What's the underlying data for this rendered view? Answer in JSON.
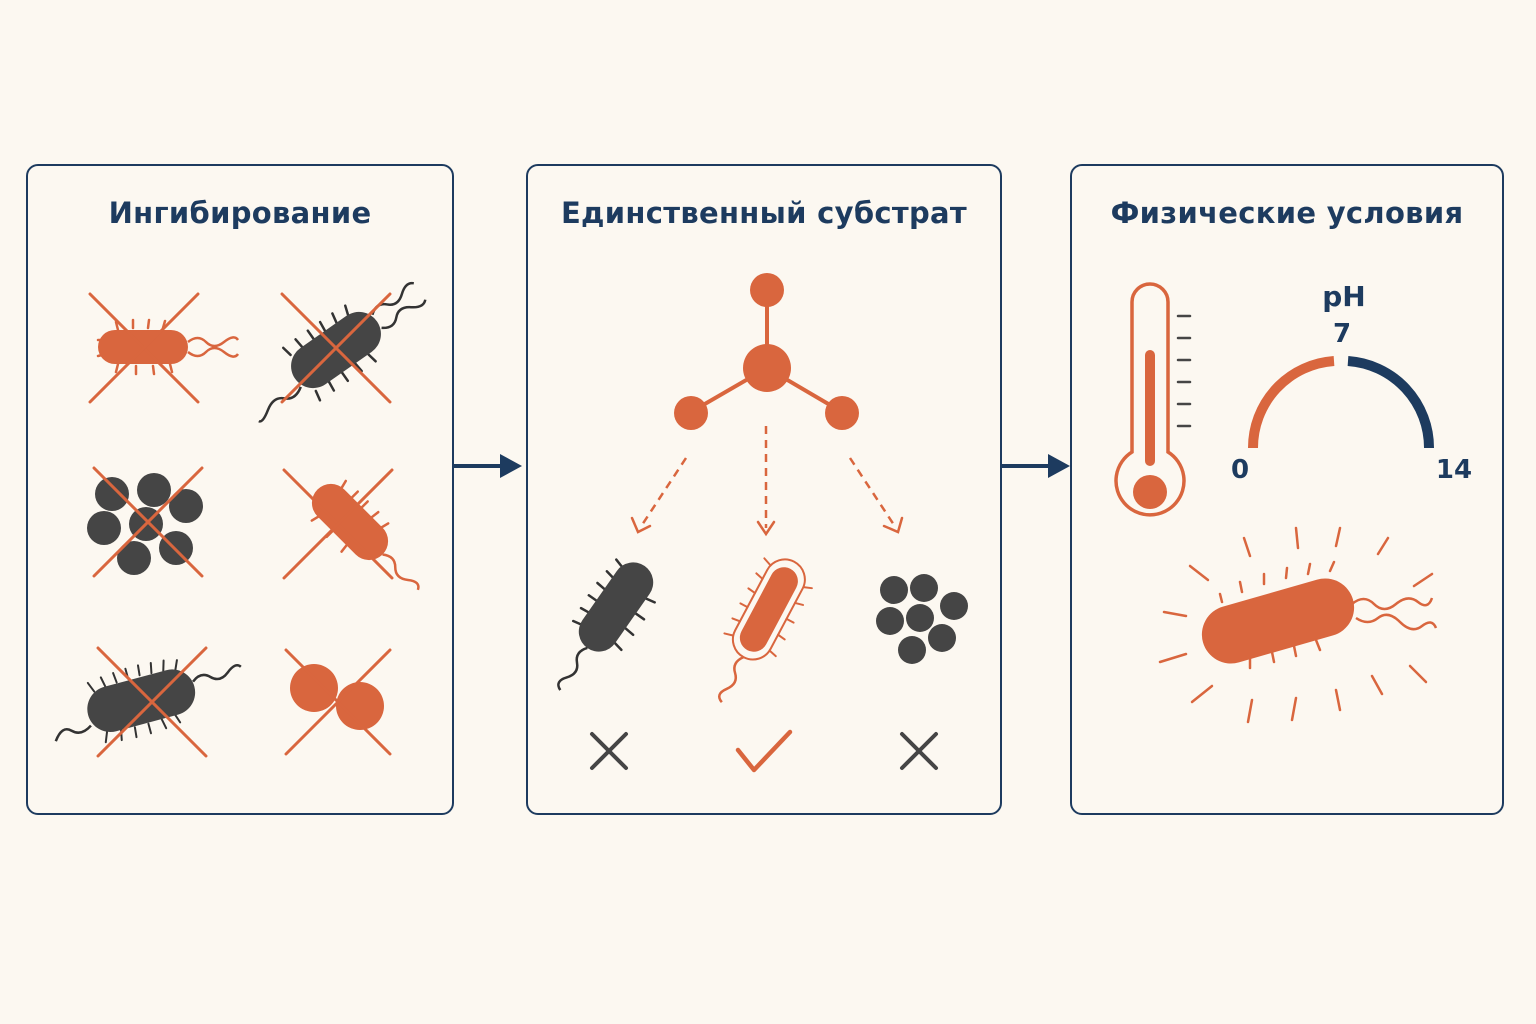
{
  "panels": [
    {
      "title": "Ингибирование"
    },
    {
      "title": "Единственный субстрат"
    },
    {
      "title": "Физические условия"
    }
  ],
  "ph_gauge": {
    "label": "pH",
    "min_label": "0",
    "mid_label": "7",
    "max_label": "14"
  },
  "colors": {
    "accent": "#d9663e",
    "navy": "#1d3b5f",
    "dark": "#454545",
    "background": "#fcf8f1"
  },
  "icons": {
    "substrate": "molecule-icon",
    "rejected": "cross-mark-icon",
    "accepted": "check-mark-icon",
    "temperature": "thermometer-icon"
  }
}
